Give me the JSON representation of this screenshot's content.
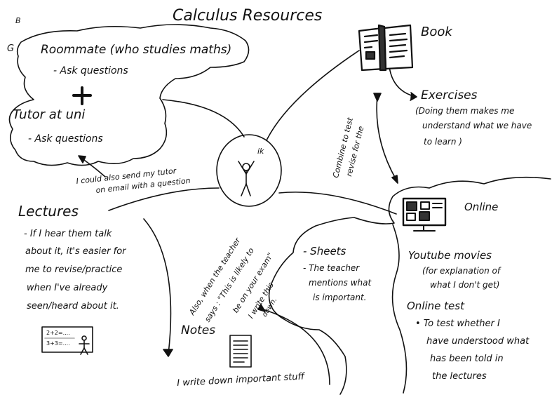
{
  "title": "Calculus Resources",
  "corner_marks": [
    "B",
    "G"
  ],
  "roommate": {
    "heading": "Roommate (who studies maths)",
    "item": "- Ask questions",
    "plus": "+"
  },
  "tutor": {
    "heading": "Tutor at uni",
    "item": "- Ask questions",
    "note_line1": "I could also send my tutor",
    "note_line2": "on email with a question"
  },
  "center": {
    "label": "ik"
  },
  "book": {
    "heading": "Book"
  },
  "exercises": {
    "heading": "Exercises",
    "line1": "(Doing them makes me",
    "line2": "understand what we have",
    "line3": "to learn )"
  },
  "combine": {
    "line1": "Combine to test",
    "line2": "revise for the"
  },
  "online": {
    "heading": "Online",
    "youtube": "Youtube movies",
    "yt_line1": "(for explanation of",
    "yt_line2": "what I don't get)",
    "test_heading": "Online test",
    "test_line1": "• To test whether I",
    "test_line2": "have understood what",
    "test_line3": "has been told in",
    "test_line4": "the lectures"
  },
  "lectures": {
    "heading": "Lectures",
    "line1": "- If I hear them talk",
    "line2": "about it, it's easier for",
    "line3": "me to revise/practice",
    "line4": "when I've already",
    "line5": "seen/heard about it.",
    "board_line1": "2+2=....",
    "board_line2": "3+3=...."
  },
  "sheets": {
    "heading": "- Sheets",
    "line1": "- The teacher",
    "line2": "mentions what",
    "line3": "is important."
  },
  "teacher_note": {
    "line1": "Also, when the teacher",
    "line2": "says : \"This is likely to",
    "line3": "be on your exam\"",
    "line4": "I write this",
    "line5": "down."
  },
  "notes": {
    "heading": "Notes",
    "caption": "I write down important stuff"
  }
}
